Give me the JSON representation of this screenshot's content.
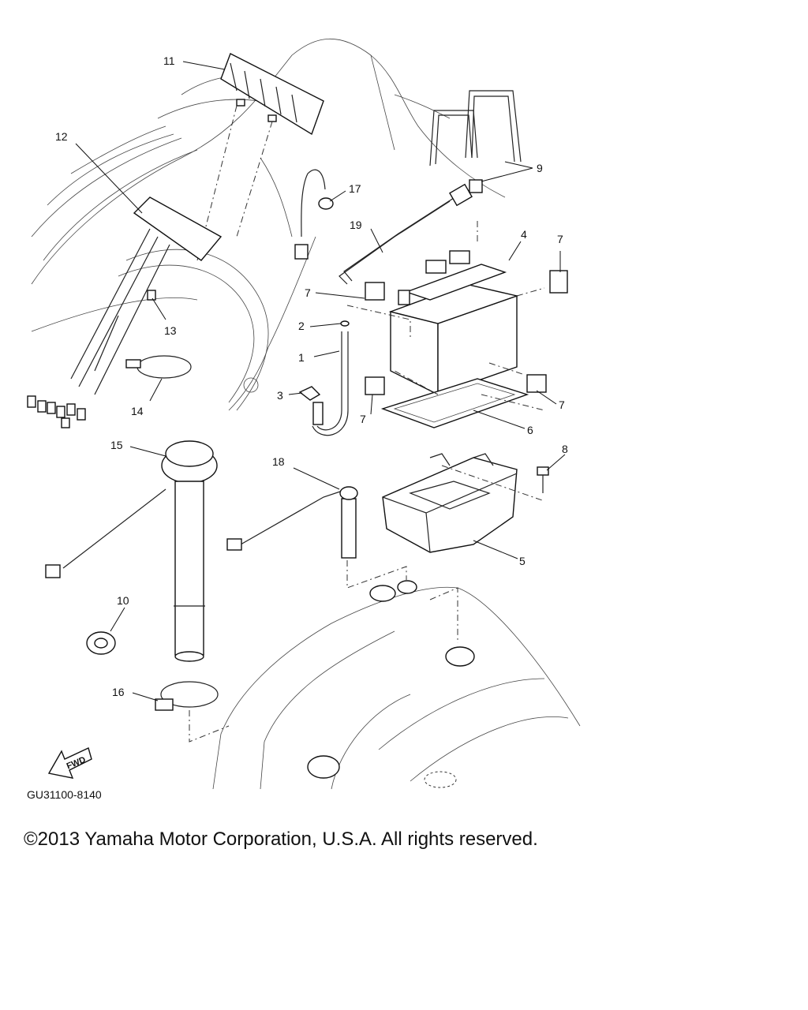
{
  "diagram": {
    "drawing_code": "GU31100-8140",
    "fwd_label": "FWD",
    "callouts": [
      {
        "id": "c1",
        "label": "1"
      },
      {
        "id": "c2",
        "label": "2"
      },
      {
        "id": "c3",
        "label": "3"
      },
      {
        "id": "c4",
        "label": "4"
      },
      {
        "id": "c5",
        "label": "5"
      },
      {
        "id": "c6",
        "label": "6"
      },
      {
        "id": "c7a",
        "label": "7"
      },
      {
        "id": "c7b",
        "label": "7"
      },
      {
        "id": "c7c",
        "label": "7"
      },
      {
        "id": "c7d",
        "label": "7"
      },
      {
        "id": "c8",
        "label": "8"
      },
      {
        "id": "c9",
        "label": "9"
      },
      {
        "id": "c10",
        "label": "10"
      },
      {
        "id": "c11",
        "label": "11"
      },
      {
        "id": "c12",
        "label": "12"
      },
      {
        "id": "c13",
        "label": "13"
      },
      {
        "id": "c14",
        "label": "14"
      },
      {
        "id": "c15",
        "label": "15"
      },
      {
        "id": "c16",
        "label": "16"
      },
      {
        "id": "c17",
        "label": "17"
      },
      {
        "id": "c18",
        "label": "18"
      },
      {
        "id": "c19",
        "label": "19"
      }
    ]
  },
  "footer": {
    "copyright": "©2013 Yamaha Motor Corporation, U.S.A. All rights reserved."
  }
}
